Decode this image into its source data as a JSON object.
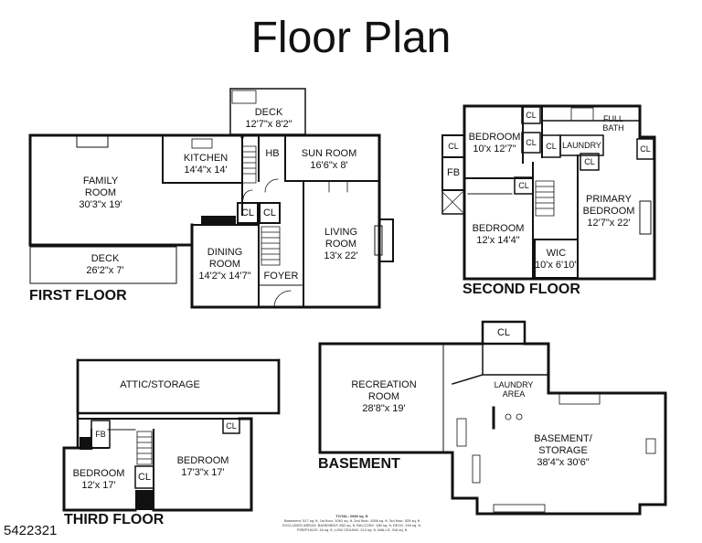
{
  "title": "Floor Plan",
  "property_id": "5422321",
  "floors": {
    "first": "FIRST FLOOR",
    "second": "SECOND FLOOR",
    "third": "THIRD FLOOR",
    "basement": "BASEMENT"
  },
  "rooms": {
    "deck_top": {
      "name": "DECK",
      "dim": "12'7\"x 8'2\""
    },
    "kitchen": {
      "name": "KITCHEN",
      "dim": "14'4\"x 14'"
    },
    "hb": {
      "name": "HB"
    },
    "sun_room": {
      "name": "SUN ROOM",
      "dim": "16'6\"x 8'"
    },
    "family_room": {
      "name": "FAMILY",
      "name2": "ROOM",
      "dim": "30'3\"x 19'"
    },
    "cl_1a": {
      "name": "CL"
    },
    "cl_1b": {
      "name": "CL"
    },
    "living_room": {
      "name": "LIVING",
      "name2": "ROOM",
      "dim": "13'x 22'"
    },
    "deck_bottom": {
      "name": "DECK",
      "dim": "26'2\"x 7'"
    },
    "dining_room": {
      "name": "DINING",
      "name2": "ROOM",
      "dim": "14'2\"x 14'7\""
    },
    "foyer": {
      "name": "FOYER"
    },
    "bedroom_2a": {
      "name": "BEDROOM",
      "dim": "10'x 12'7\""
    },
    "full_bath": {
      "name": "FULL",
      "name2": "BATH"
    },
    "laundry_2": {
      "name": "LAUNDRY"
    },
    "cl_2a": {
      "name": "CL"
    },
    "cl_2b": {
      "name": "CL"
    },
    "cl_2c": {
      "name": "CL"
    },
    "cl_2d": {
      "name": "CL"
    },
    "cl_2e": {
      "name": "CL"
    },
    "cl_2f": {
      "name": "CL"
    },
    "fb_2": {
      "name": "FB"
    },
    "primary_bedroom": {
      "name": "PRIMARY",
      "name2": "BEDROOM",
      "dim": "12'7\"x 22'"
    },
    "bedroom_2b": {
      "name": "BEDROOM",
      "dim": "12'x 14'4\""
    },
    "wic": {
      "name": "WIC",
      "dim": "10'x 6'10\""
    },
    "attic": {
      "name": "ATTIC/STORAGE"
    },
    "fb_3": {
      "name": "FB"
    },
    "cl_3a": {
      "name": "CL"
    },
    "cl_3b": {
      "name": "CL"
    },
    "bedroom_3a": {
      "name": "BEDROOM",
      "dim": "17'3\"x 17'"
    },
    "bedroom_3b": {
      "name": "BEDROOM",
      "dim": "12'x 17'"
    },
    "cl_b": {
      "name": "CL"
    },
    "recreation_room": {
      "name": "RECREATION",
      "name2": "ROOM",
      "dim": "28'8\"x 19'"
    },
    "laundry_b": {
      "name": "LAUNDRY",
      "name2": "AREA"
    },
    "basement_storage": {
      "name": "BASEMENT/",
      "name2": "STORAGE",
      "dim": "38'4\"x 30'6\""
    }
  },
  "totals": {
    "line1": "TOTAL: 2680 sq. ft",
    "line2": "Basement: 517 sq. ft, 1st floor: 1061 sq. ft, 2nd floor: 1056 sq. ft, 3rd floor: 525 sq. ft",
    "line3": "EXCLUDED AREAS: BASEMENT: 852 sq. ft, BALCONY: 180 sq. ft, DECK: 154 sq. ft,",
    "line4": "FIREPLACE: 16 sq. ft, LOW CEILING: 214 sq. ft, WALLS: 316 sq. ft"
  }
}
